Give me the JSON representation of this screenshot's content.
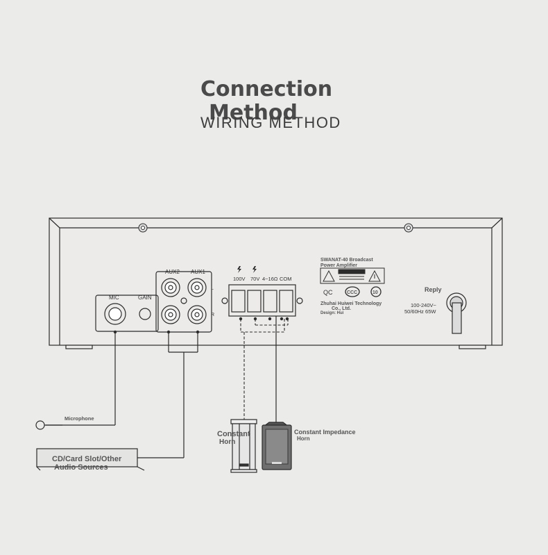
{
  "header": {
    "title_line1": "Connection",
    "title_line2": "Method",
    "subtitle": "WIRING METHOD"
  },
  "panel": {
    "mic_label": "MIC",
    "gain_label": "GAIN",
    "aux2_label": "AUX2",
    "aux1_label": "AUX1",
    "left_label": "L",
    "right_label": "R",
    "terminal_labels": [
      "100V",
      "70V",
      "4~16Ω",
      "COM"
    ],
    "model_line1": "SWANAT-40 Broadcast",
    "model_line2": "Power Amplifier",
    "qc_label": "QC",
    "ccc_label": "CCC",
    "ten_label": "10",
    "maker_line1": "Zhuhai Huiwei Technology",
    "maker_line2": "Co., Ltd.",
    "design_line": "Design: Hui",
    "reply_label": "Reply",
    "power_line1": "100-240V~",
    "power_line2": "50/60Hz 65W"
  },
  "devices": {
    "microphone_label": "Microphone",
    "source_line1": "CD/Card Slot/Other",
    "source_line2": "Audio Sources",
    "horn_line1": "Constant",
    "horn_line2": "Horn",
    "impedance_line1": "Constant Impedance",
    "impedance_line2": "Horn"
  },
  "colors": {
    "background": "#ebebea",
    "line": "#2b2b2b"
  }
}
